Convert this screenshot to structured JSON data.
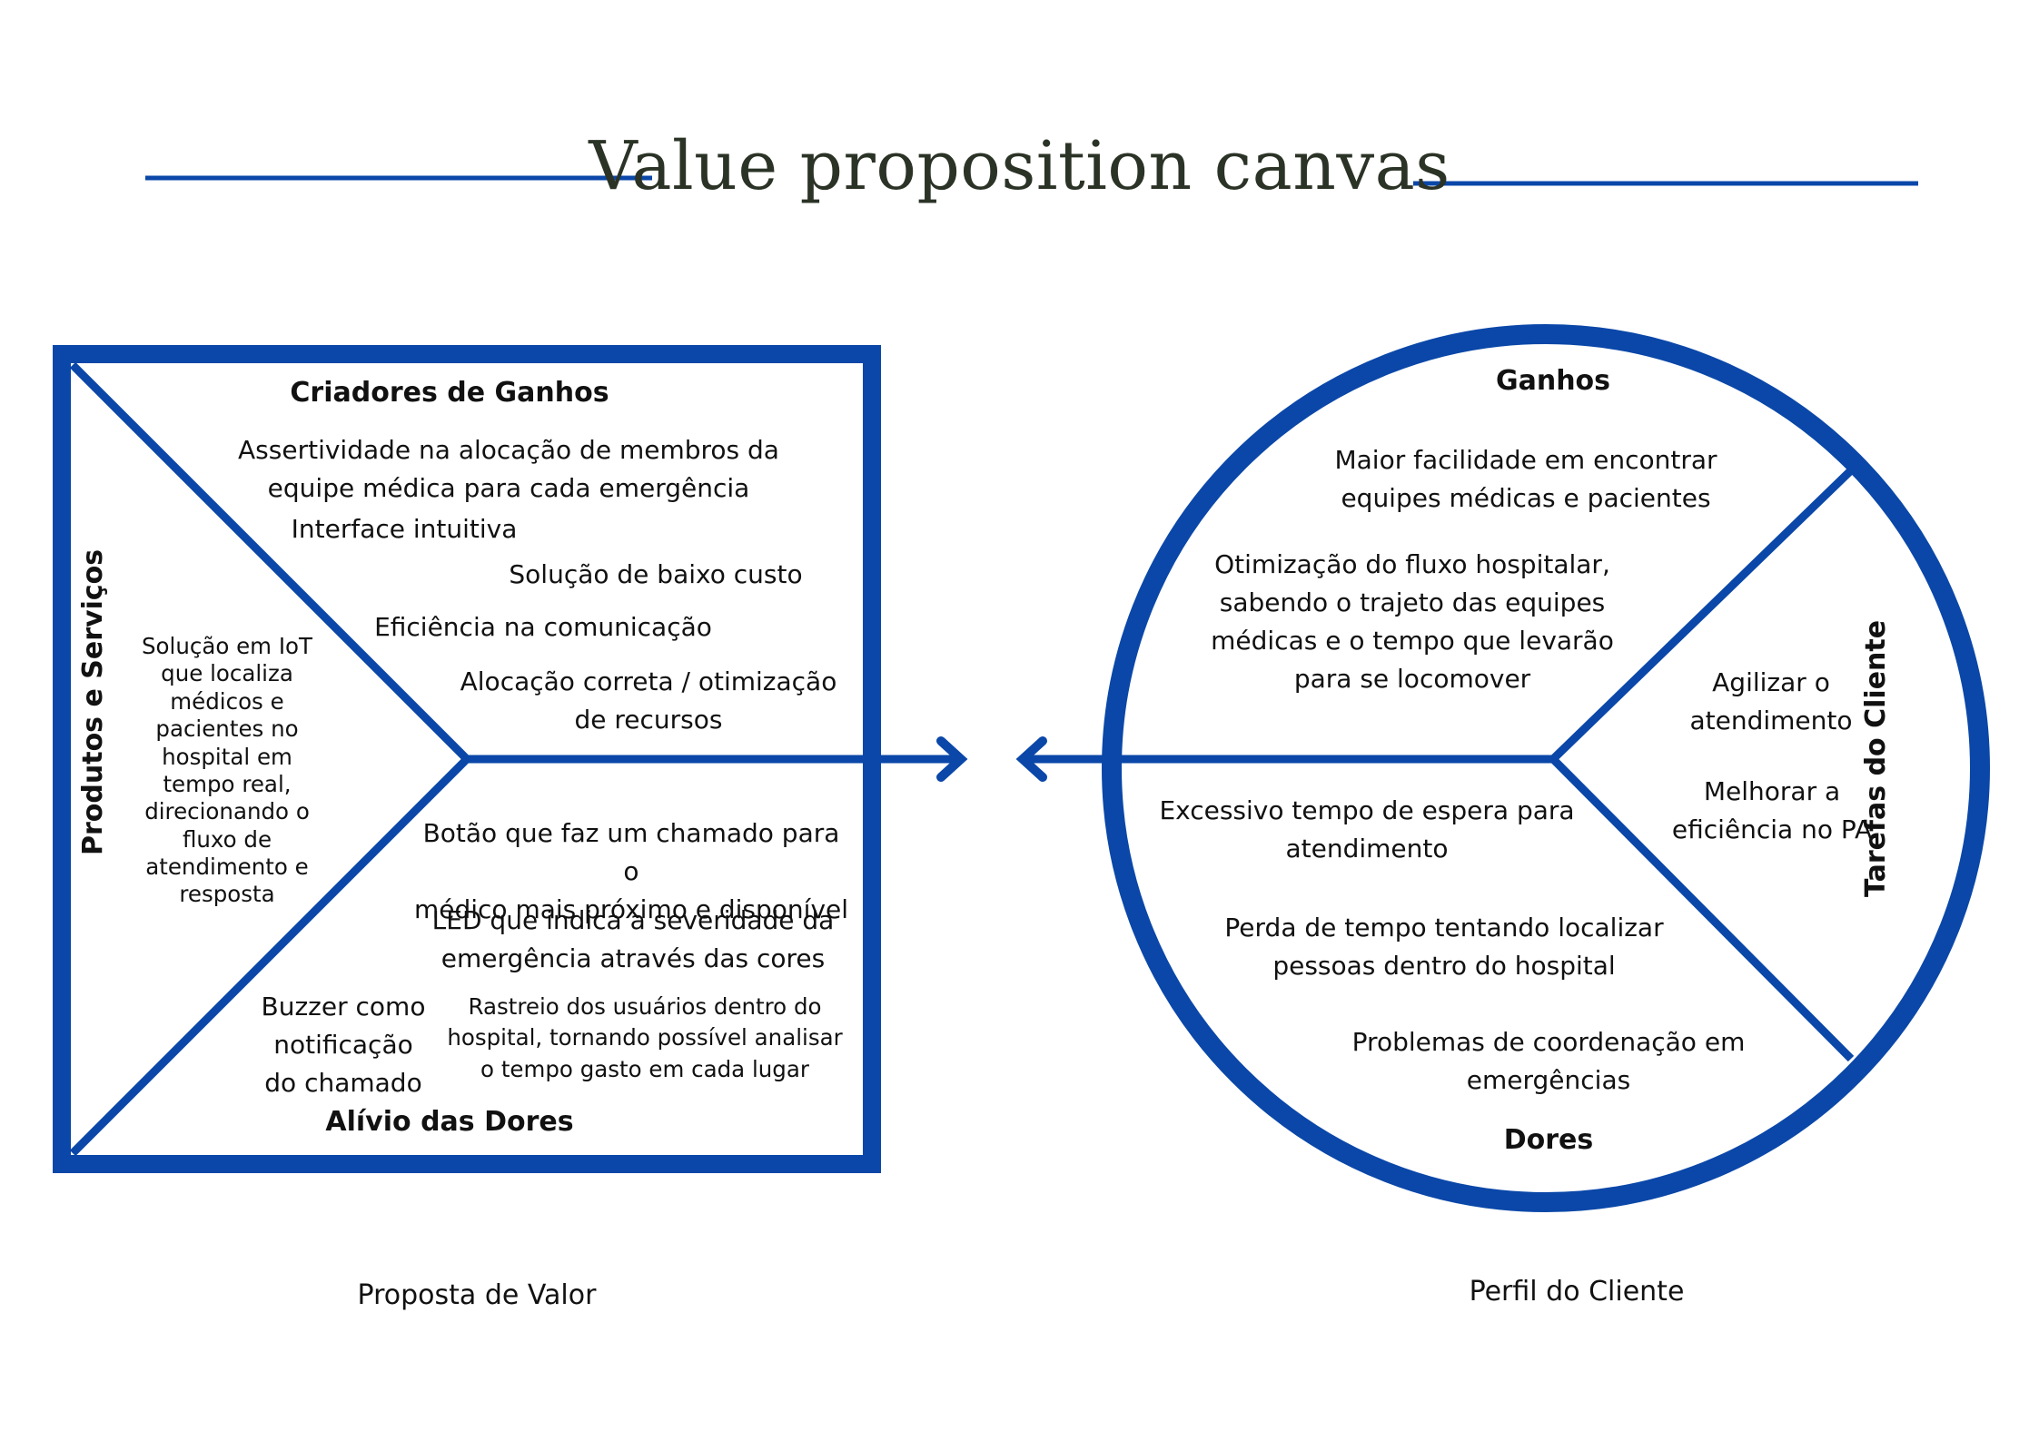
{
  "title": "Value proposition canvas",
  "colors": {
    "accent": "#0a47a8",
    "title": "#2b3326",
    "text": "#111111"
  },
  "value_map": {
    "gain_creators": {
      "heading": "Criadores de Ganhos",
      "items": [
        "Assertividade na alocação de membros da\nequipe médica para cada emergência",
        "Interface intuitiva",
        "Solução de baixo custo",
        "Eficiência na comunicação",
        "Alocação correta / otimização\nde recursos"
      ]
    },
    "products_services": {
      "heading": "Produtos e Serviços",
      "text": "Solução em IoT\nque localiza\nmédicos e\npacientes no\nhospital em\ntempo real,\ndirecionando o\nfluxo de\natendimento e\nresposta"
    },
    "pain_relievers": {
      "heading": "Alívio das Dores",
      "items": [
        "Botão que faz um chamado para o\nmédico mais próximo e disponível",
        "LED que indica a severidade da\nemergência através das cores",
        "Buzzer como\nnotificação\ndo chamado",
        "Rastreio dos usuários dentro do\nhospital, tornando possível analisar\no tempo gasto em cada lugar"
      ]
    },
    "label": "Proposta de Valor"
  },
  "customer_profile": {
    "gains": {
      "heading": "Ganhos",
      "items": [
        "Maior facilidade em encontrar\nequipes médicas e pacientes",
        "Otimização do fluxo hospitalar,\nsabendo o trajeto das equipes\nmédicas e o tempo que levarão\npara se locomover"
      ]
    },
    "jobs": {
      "heading": "Tarefas do Cliente",
      "items": [
        "Agilizar o\natendimento",
        "Melhorar a\neficiência no PA"
      ]
    },
    "pains": {
      "heading": "Dores",
      "items": [
        "Excessivo tempo de espera para\natendimento",
        "Perda de tempo tentando localizar\npessoas dentro do hospital",
        "Problemas de coordenação em\nemergências"
      ]
    },
    "label": "Perfil do Cliente"
  }
}
